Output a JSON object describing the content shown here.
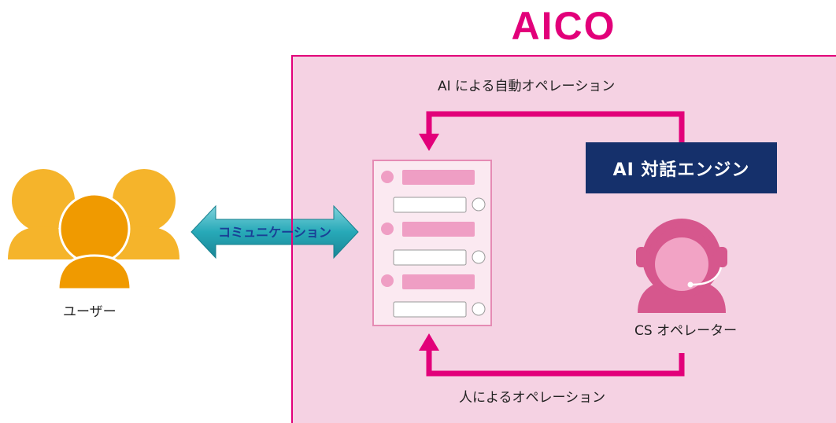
{
  "title": "AICO",
  "labels": {
    "ai_auto_operation": "AI による自動オペレーション",
    "human_operation": "人によるオペレーション",
    "ai_engine": "AI 対話エンジン",
    "communication": "コミュニケーション",
    "users": "ユーザー",
    "cs_operator": "CS オペレーター"
  },
  "colors": {
    "brand": "#e2007a",
    "panel_bg": "#f5d2e3",
    "engine_bg": "#15306b",
    "user_light": "#f5b42b",
    "user_dark": "#f09a00",
    "operator": "#d6578d",
    "arrow_teal": "#24a8b8",
    "chat_bubble": "#ef9ec4"
  }
}
